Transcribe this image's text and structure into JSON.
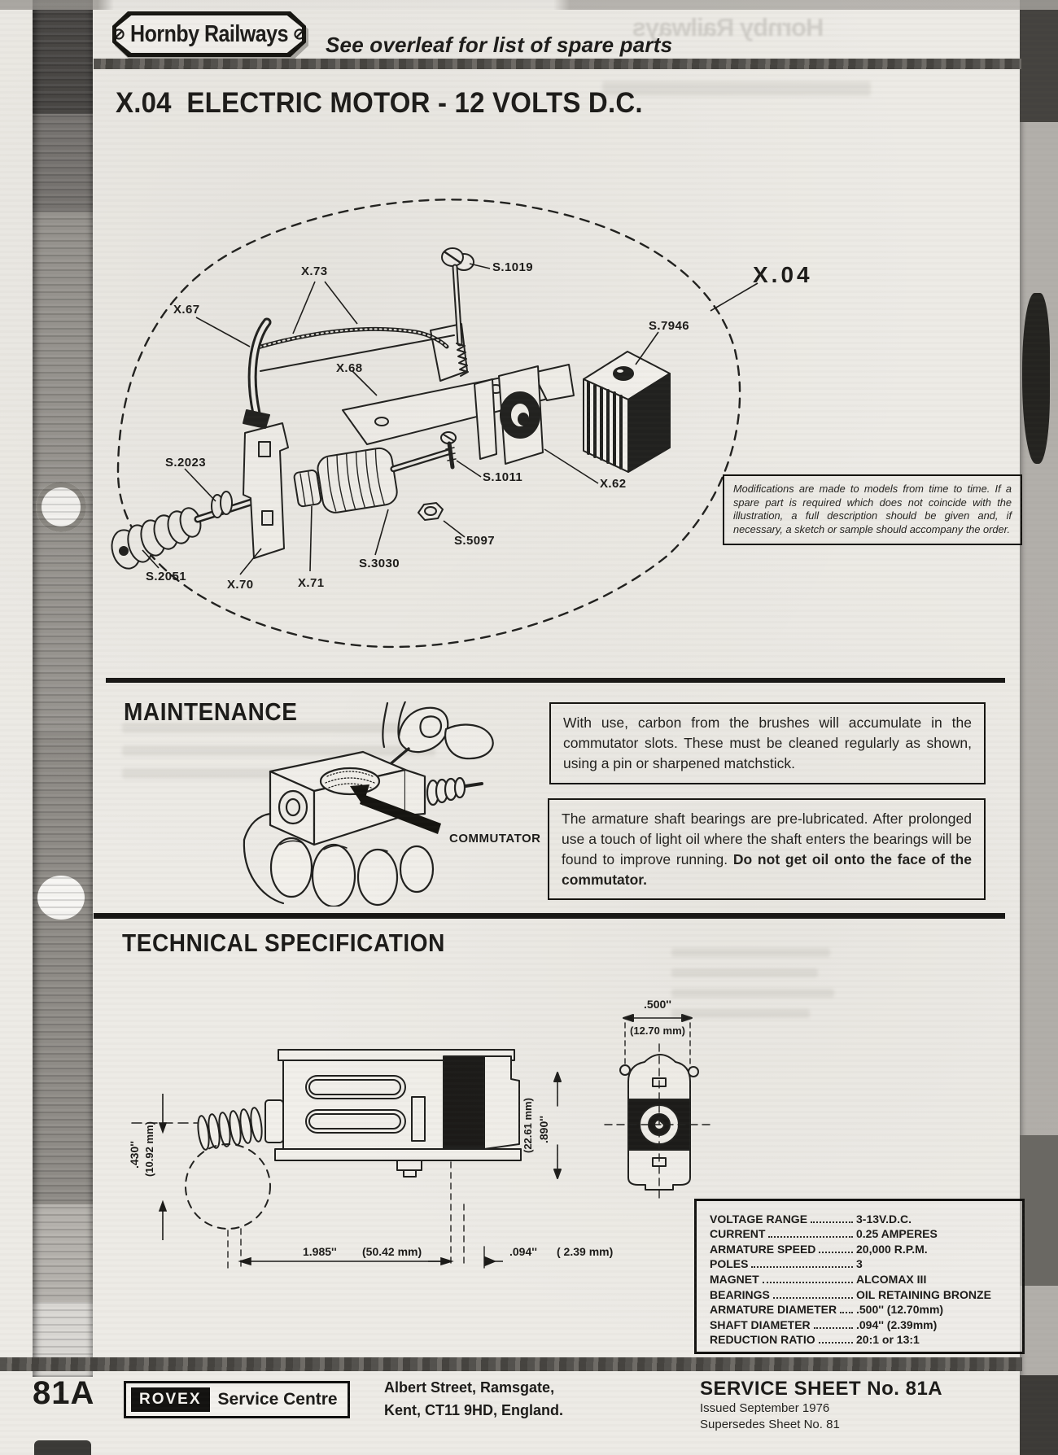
{
  "colors": {
    "ink": "#1b1a18",
    "paper": "#edebe6"
  },
  "header": {
    "brand": "Hornby Railways",
    "overleaf_note": "See overleaf for list of spare parts",
    "title": "X.04  ELECTRIC MOTOR - 12 VOLTS D.C."
  },
  "diagram": {
    "model_label": "X.04",
    "labels": {
      "x73": "X.73",
      "s1019": "S.1019",
      "x67": "X.67",
      "x68": "X.68",
      "s7946": "S.7946",
      "s2023": "S.2023",
      "s1011": "S.1011",
      "x62": "X.62",
      "s5097": "S.5097",
      "s3030": "S.3030",
      "s2051": "S.2051",
      "x70": "X.70",
      "x71": "X.71"
    },
    "note": "Modifications are made to models from time to time. If a spare part is required which does not coincide with the illustration, a full description should be given and, if necessary, a sketch or sample should accompany the order."
  },
  "maintenance": {
    "heading": "MAINTENANCE",
    "commutator_label": "COMMUTATOR",
    "box1": "With use, carbon from the brushes will accumulate in the commutator slots. These must be cleaned regularly as shown, using a pin or sharpened matchstick.",
    "box2_normal": "The armature shaft bearings are pre-lubricated. After prolonged use a touch of light oil where the shaft enters the bearings will be found to improve running.",
    "box2_bold": "Do not get oil onto the face of the commutator."
  },
  "tech_spec": {
    "heading": "TECHNICAL SPECIFICATION",
    "dims": {
      "motor_height_in": ".430''",
      "motor_height_mm": "(10.92 mm)",
      "length_in": "1.985''",
      "length_mm": "(50.42 mm)",
      "shaft_in": ".094''",
      "shaft_mm": "( 2.39 mm)",
      "width_in": ".500''",
      "width_mm": "(12.70 mm)",
      "height_in": ".890''",
      "height_mm": "(22.61 mm)"
    }
  },
  "spec_table": {
    "rows": [
      {
        "label": "VOLTAGE RANGE",
        "value": "3-13V.D.C."
      },
      {
        "label": "CURRENT",
        "value": "0.25 AMPERES"
      },
      {
        "label": "ARMATURE SPEED",
        "value": "20,000 R.P.M."
      },
      {
        "label": "POLES",
        "value": "3"
      },
      {
        "label": "MAGNET",
        "value": "ALCOMAX III"
      },
      {
        "label": "BEARINGS",
        "value": "OIL RETAINING BRONZE"
      },
      {
        "label": "ARMATURE DIAMETER",
        "value": ".500'' (12.70mm)"
      },
      {
        "label": "SHAFT DIAMETER",
        "value": ".094'' (2.39mm)"
      },
      {
        "label": "REDUCTION RATIO",
        "value": "20:1 or 13:1"
      }
    ]
  },
  "footer": {
    "page_code": "81A",
    "rovex": "ROVEX",
    "service_centre": "Service Centre",
    "address_line1": "Albert Street, Ramsgate,",
    "address_line2": "Kent, CT11 9HD, England.",
    "sheet_title": "SERVICE SHEET No. 81A",
    "issued": "Issued September 1976",
    "supersedes": "Supersedes Sheet No. 81"
  }
}
